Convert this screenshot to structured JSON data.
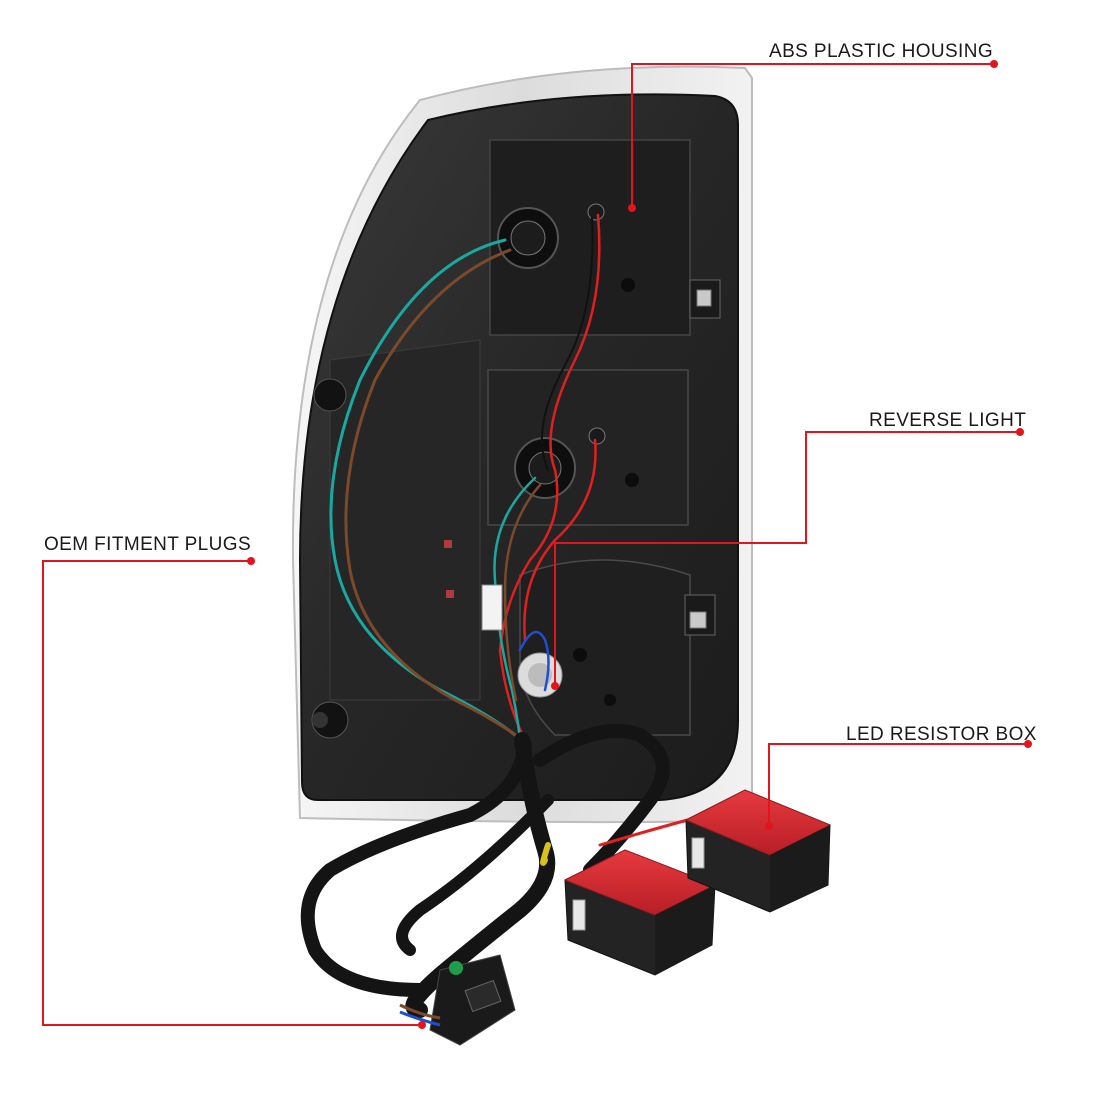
{
  "callouts": {
    "abs_housing": "ABS PLASTIC HOUSING",
    "reverse_light": "REVERSE LIGHT",
    "oem_plugs": "OEM FITMENT PLUGS",
    "led_resistor": "LED RESISTOR BOX"
  },
  "colors": {
    "callout_line": "#e3141b",
    "housing_dark": "#2b2b2b",
    "lens_chrome": "#e9e9e9",
    "resistor_red": "#d8262f",
    "harness_black": "#141414",
    "wire_teal": "#1aa9a0",
    "wire_brown": "#7a4a2a",
    "wire_red": "#e02020"
  }
}
